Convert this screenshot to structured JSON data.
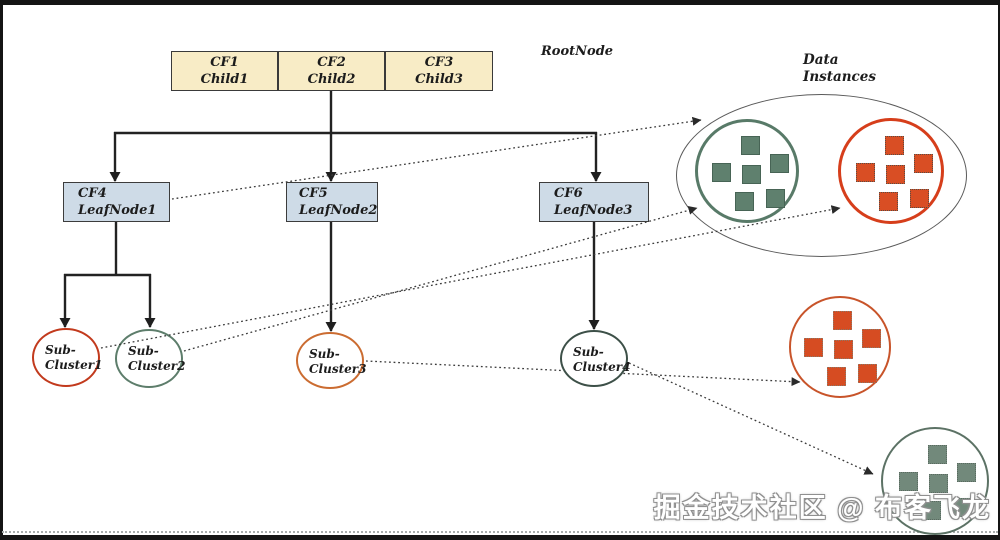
{
  "diagram": {
    "root_label": "RootNode",
    "root_cells": [
      {
        "cf": "CF1",
        "child": "Child1"
      },
      {
        "cf": "CF2",
        "child": "Child2"
      },
      {
        "cf": "CF3",
        "child": "Child3"
      }
    ],
    "leaf_nodes": [
      {
        "cf": "CF4",
        "name": "LeafNode1"
      },
      {
        "cf": "CF5",
        "name": "LeafNode2"
      },
      {
        "cf": "CF6",
        "name": "LeafNode3"
      }
    ],
    "sub_clusters": [
      {
        "line1": "Sub-",
        "line2": "Cluster1"
      },
      {
        "line1": "Sub-",
        "line2": "Cluster2"
      },
      {
        "line1": "Sub-",
        "line2": "Cluster3"
      },
      {
        "line1": "Sub-",
        "line2": "Cluster4"
      }
    ],
    "data_instances_label": {
      "line1": "Data",
      "line2": "Instances"
    },
    "data_clusters": [
      {
        "id": "green-in-ellipse",
        "point_count": 6,
        "color": "#587a68"
      },
      {
        "id": "red-in-ellipse",
        "point_count": 6,
        "color": "#d63e1b"
      },
      {
        "id": "red-standalone",
        "point_count": 6,
        "color": "#c8542a"
      },
      {
        "id": "green-standalone",
        "point_count": 6,
        "color": "#5c7265"
      }
    ]
  },
  "colors": {
    "root_cell_bg": "#f8ecc6",
    "leaf_node_bg": "#cedbe7",
    "sub_cluster1_border": "#c23a1d",
    "sub_cluster2_border": "#5d7d6b",
    "sub_cluster3_border": "#cb6c31",
    "sub_cluster4_border": "#3d5048",
    "green_cluster": "#587a68",
    "red_cluster": "#d63e1b",
    "orange_cluster": "#c8542a",
    "dark_green_cluster": "#5c7265",
    "solid_line": "#222222",
    "dotted_line": "#3a3a3a"
  },
  "watermark": {
    "text": "掘金技术社区 @ 布客飞龙"
  }
}
